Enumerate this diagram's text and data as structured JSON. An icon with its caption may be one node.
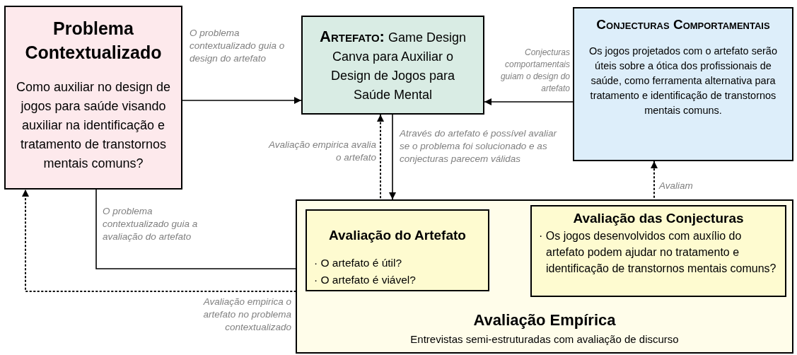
{
  "diagram": {
    "nodes": [
      {
        "text": [
          "Problema Contextualizado",
          "Como auxiliar no design de jogos para saúde visando auxiliar na identificação e tratamento de transtornos mentais comuns?"
        ]
      },
      {
        "text": [
          "**Artefato:** Game Design Canva para Auxiliar o Design de Jogos para Saúde Mental"
        ]
      },
      {
        "text": [
          "Conjecturas Comportamentais",
          "Os jogos projetados com o artefato serão úteis sobre a ótica dos profissionais de saúde, como ferramenta alternativa para tratamento e identificação de transtornos mentais comuns."
        ]
      },
      {
        "text": [
          "Avaliação Empírica",
          "Entrevistas semi-estruturadas com avaliação de discurso"
        ]
      },
      {
        "text": [
          "Avaliação do Artefato",
          "· O artefato é útil?",
          "· O artefato é viável?"
        ],
        "in": 3
      },
      {
        "text": [
          "Avaliação das Conjecturas",
          "· Os jogos desenvolvidos com auxílio do artefato podem ajudar no tratamento e identificação de transtornos mentais comuns?"
        ],
        "in": 3
      }
    ],
    "edges": [
      {
        "from": 0,
        "to": 1,
        "arrow": "to",
        "label": "O problema contextualizado guia o design do artefato"
      },
      {
        "from": 2,
        "to": 1,
        "arrow": "to",
        "label": "Conjecturas comportamentais guiam o design do artefato"
      },
      {
        "from": 1,
        "to": 3,
        "arrow": "to",
        "label": "Através do artefato é possível avaliar se o problema foi solucionado e as conjecturas parecem válidas"
      },
      {
        "from": 4,
        "to": 1,
        "arrow": "to",
        "label": "Avaliação empirica avalia o artefato",
        "style": "dashed"
      },
      {
        "from": 5,
        "to": 2,
        "arrow": "to",
        "label": "Avaliam",
        "style": "dashed"
      },
      {
        "from": 0,
        "to": 4,
        "arrow": "to",
        "label": "O problema contextualizado guia a avaliação do artefato"
      },
      {
        "from": 3,
        "to": 0,
        "arrow": "to",
        "label": "Avaliação empirica o artefato no problema contextualizado",
        "style": "dashed"
      }
    ]
  }
}
